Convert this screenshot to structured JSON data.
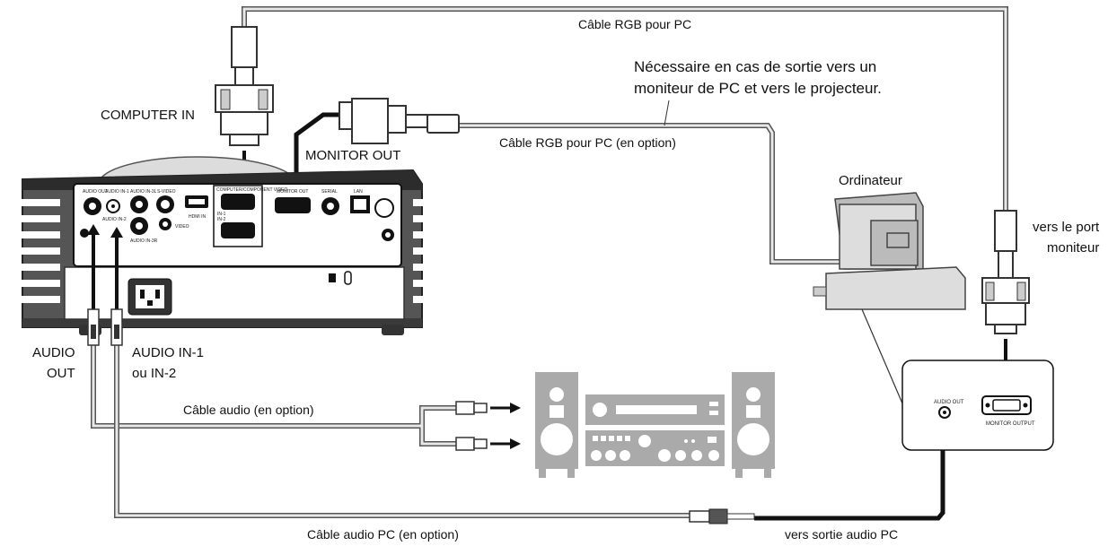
{
  "diagram": {
    "labels": {
      "cable_rgb_pc": "Câble RGB pour PC",
      "note_line1": "Nécessaire en cas de sortie vers un",
      "note_line2": "moniteur de PC et vers le projecteur.",
      "computer_in": "COMPUTER IN",
      "monitor_out": "MONITOR OUT",
      "cable_rgb_optional": "Câble RGB pour PC (en option)",
      "ordinateur": "Ordinateur",
      "monitor_port_line1": "vers le port",
      "monitor_port_line2": "moniteur",
      "audio_out_line1": "AUDIO",
      "audio_out_line2": "OUT",
      "audio_in_line1": "AUDIO IN-1",
      "audio_in_line2": "ou IN-2",
      "cable_audio_optional": "Câble audio (en option)",
      "cable_audio_pc_optional": "Câble audio PC (en option)",
      "to_pc_audio_out": "vers sortie audio PC"
    },
    "panel_labels": {
      "audio_out": "AUDIO OUT",
      "audio_in1": "AUDIO IN-1",
      "audio_in2": "AUDIO IN-2",
      "audio_inl": "AUDIO IN-3L",
      "audio_inr": "AUDIO IN-3R",
      "s_video": "S-VIDEO",
      "hdmi_in": "HDMI IN",
      "video": "VIDEO",
      "computer_component": "COMPUTER/COMPONENT VIDEO",
      "in1": "IN-1",
      "in2": "IN-2",
      "monitor_out": "MONITOR OUT",
      "serial": "SERIAL",
      "lan": "LAN"
    },
    "pc_panel_labels": {
      "audio_out": "AUDIO OUT",
      "monitor_output": "MONITOR OUTPUT"
    }
  }
}
